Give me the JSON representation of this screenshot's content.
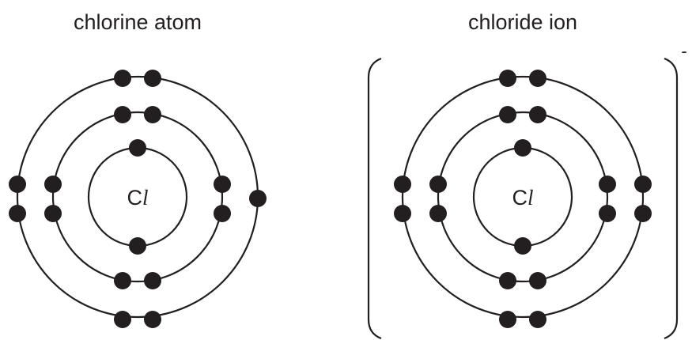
{
  "diagrams": [
    {
      "caption": "chlorine atom",
      "nucleus_symbol": "C",
      "nucleus_symbol_suffix": "l",
      "shell_electrons": [
        2,
        8,
        7
      ],
      "bracketed": false,
      "charge": ""
    },
    {
      "caption": "chloride ion",
      "nucleus_symbol": "C",
      "nucleus_symbol_suffix": "l",
      "shell_electrons": [
        2,
        8,
        8
      ],
      "bracketed": true,
      "charge": "-"
    }
  ],
  "colors": {
    "ink": "#231f20",
    "background": "#ffffff"
  }
}
